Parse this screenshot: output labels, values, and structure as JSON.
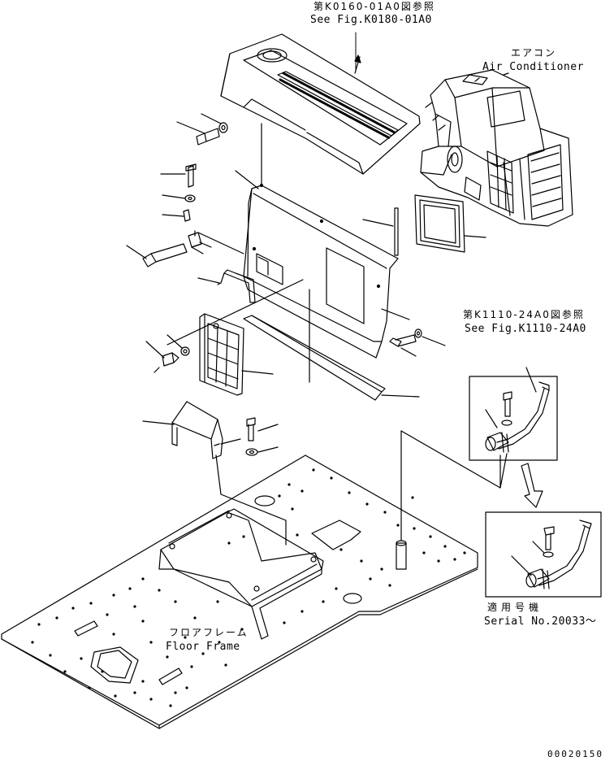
{
  "callouts": {
    "top_ref_jp": "第K0160-01A0図参照",
    "top_ref_en": "See Fig.K0180-01A0",
    "ac_jp": "エアコン",
    "ac_en": "Air Conditioner",
    "pipe_ref_jp": "第K1110-24A0図参照",
    "pipe_ref_en": "See Fig.K1110-24A0",
    "serial_jp": "適用号機",
    "serial_en": "Serial No.20033〜",
    "floor_jp": "フロアフレーム",
    "floor_en": "Floor Frame"
  },
  "drawing_number": "00020150"
}
